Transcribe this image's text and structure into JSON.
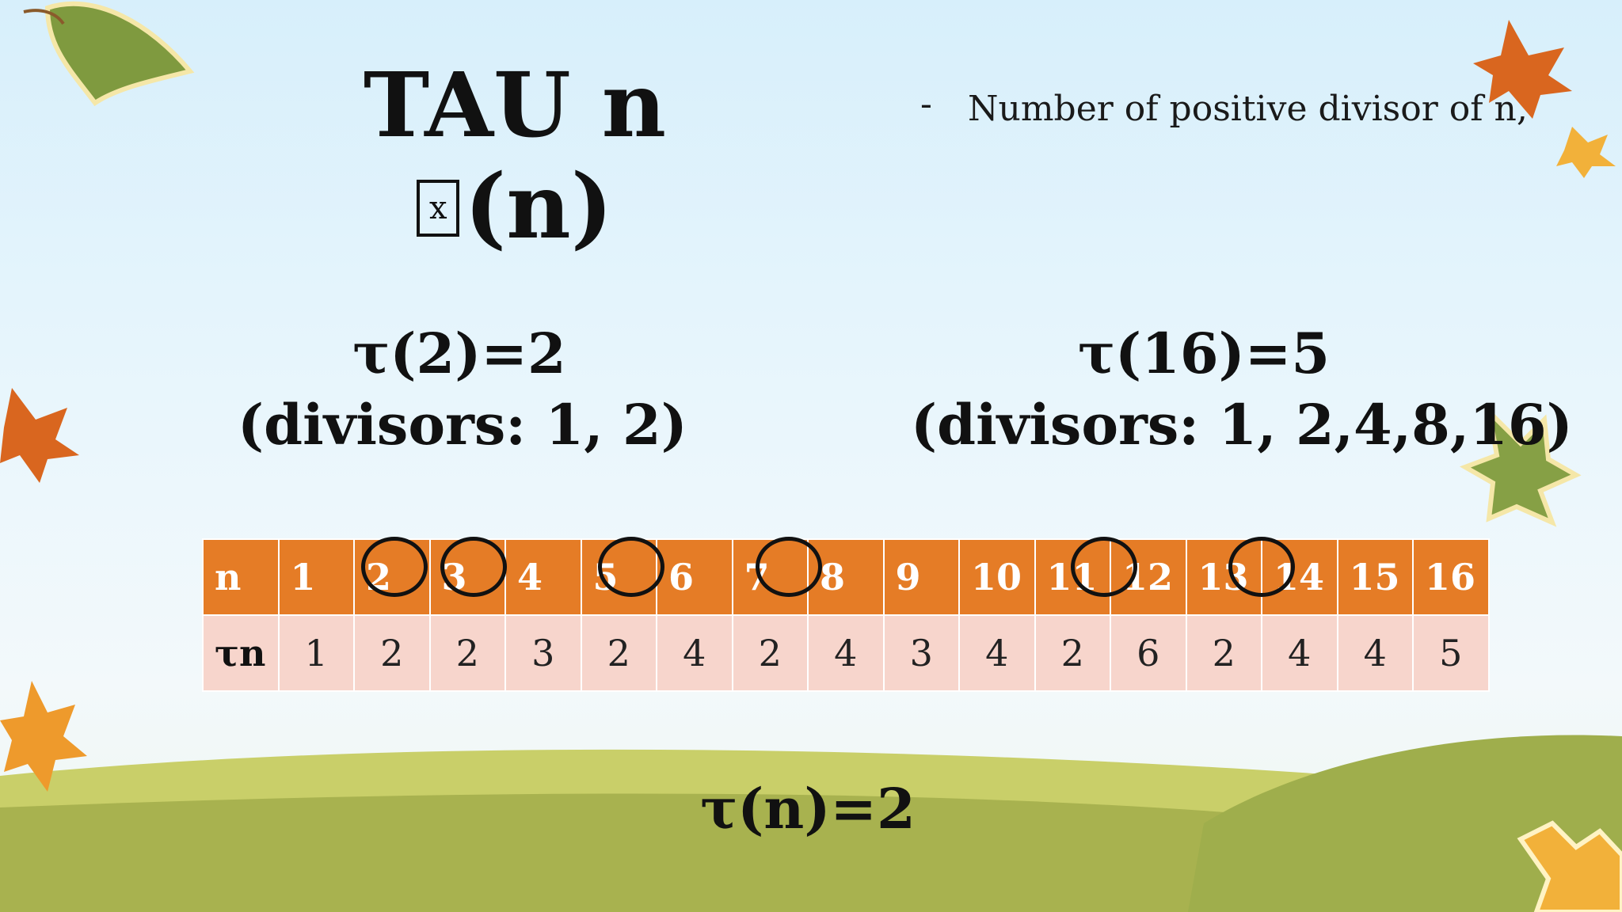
{
  "slide": {
    "title_line1": "TAU n",
    "title_glyph": "x",
    "title_line2": "(n)",
    "bullet_dash": "-",
    "bullet_text": "Number of positive divisor of n,",
    "example1_line1": "τ(2)=2",
    "example1_line2": "(divisors: 1, 2)",
    "example2_line1": "τ(16)=5",
    "example2_line2": "(divisors: 1, 2,4,8,16)",
    "table": {
      "row_n_header": "n",
      "row_tau_header": "τn",
      "n_values": [
        "1",
        "2",
        "3",
        "4",
        "5",
        "6",
        "7",
        "8",
        "9",
        "10",
        "11",
        "12",
        "13",
        "14",
        "15",
        "16"
      ],
      "tau_values": [
        "1",
        "2",
        "2",
        "3",
        "2",
        "4",
        "2",
        "4",
        "3",
        "4",
        "2",
        "6",
        "2",
        "4",
        "4",
        "5"
      ],
      "circled": [
        "2",
        "3",
        "5",
        "7",
        "11",
        "13"
      ]
    },
    "formula": "τ(n)=2",
    "colors": {
      "header_row": "#e57c26",
      "value_row": "#f7d5cc",
      "sky": "#d7effb",
      "grass": "#a7b457"
    }
  }
}
